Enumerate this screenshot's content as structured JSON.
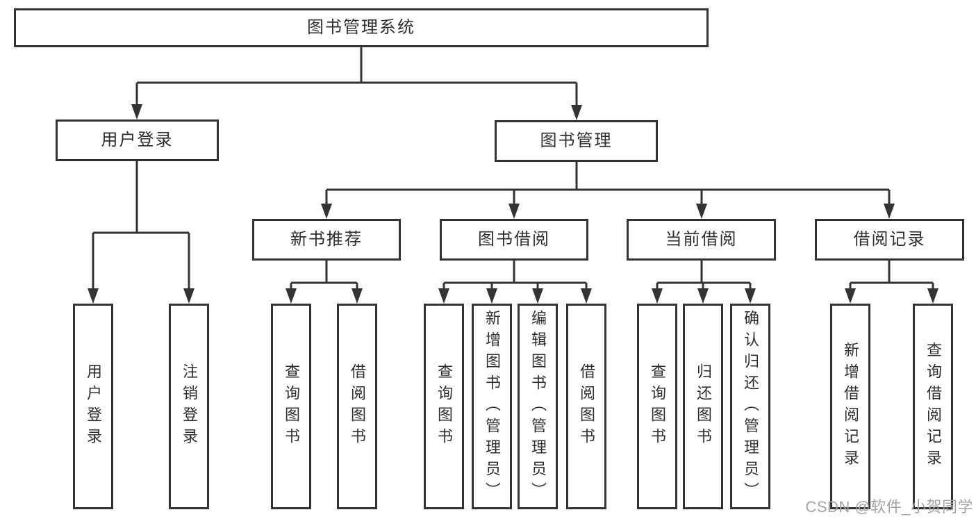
{
  "diagram": {
    "root": {
      "label": "图书管理系统"
    },
    "branches": [
      {
        "label": "用户登录",
        "children": [
          {
            "label": "用户登录"
          },
          {
            "label": "注销登录"
          }
        ]
      },
      {
        "label": "图书管理",
        "groups": [
          {
            "label": "新书推荐",
            "children": [
              {
                "label": "查询图书"
              },
              {
                "label": "借阅图书"
              }
            ]
          },
          {
            "label": "图书借阅",
            "children": [
              {
                "label": "查询图书"
              },
              {
                "label": "新增图书（管理员）"
              },
              {
                "label": "编辑图书（管理员）"
              },
              {
                "label": "借阅图书"
              }
            ]
          },
          {
            "label": "当前借阅",
            "children": [
              {
                "label": "查询图书"
              },
              {
                "label": "归还图书"
              },
              {
                "label": "确认归还（管理员）"
              }
            ]
          },
          {
            "label": "借阅记录",
            "children": [
              {
                "label": "新增借阅记录"
              },
              {
                "label": "查询借阅记录"
              }
            ]
          }
        ]
      }
    ]
  },
  "watermark": "CSDN @软件_小贺同学",
  "colors": {
    "line": "#333333",
    "box_border": "#333333",
    "text": "#2e2e2e",
    "watermark": "#a3a3a3",
    "background": "#ffffff"
  }
}
